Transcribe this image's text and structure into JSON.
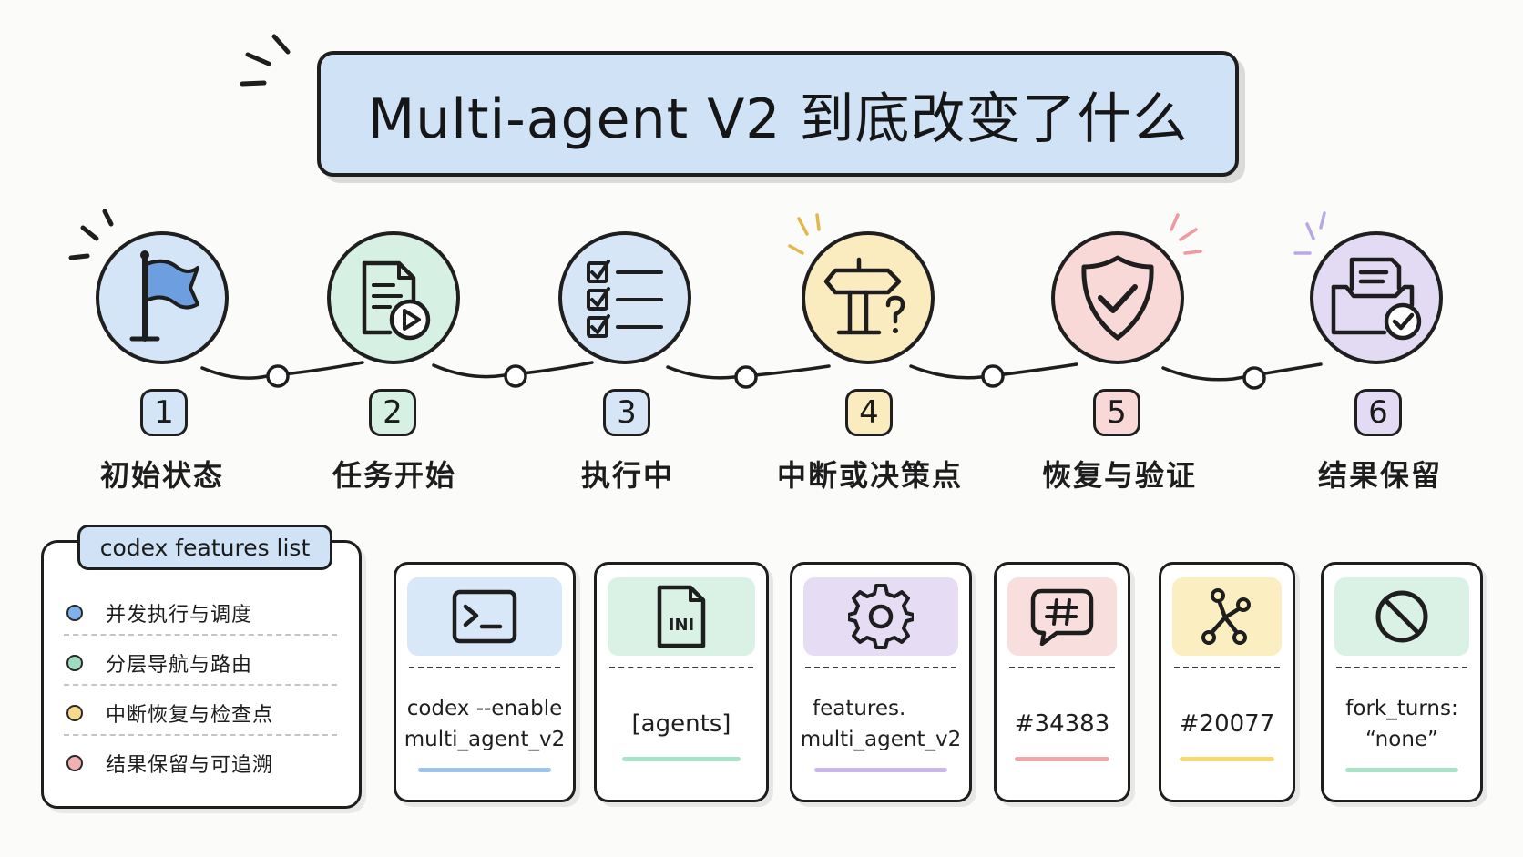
{
  "title": "Multi-agent V2 到底改变了什么",
  "steps": [
    {
      "num": "1",
      "label": "初始状态",
      "icon": "flag-icon",
      "color": "#d4e5f7"
    },
    {
      "num": "2",
      "label": "任务开始",
      "icon": "document-play-icon",
      "color": "#d6f1e4"
    },
    {
      "num": "3",
      "label": "执行中",
      "icon": "checklist-icon",
      "color": "#d6e6f7"
    },
    {
      "num": "4",
      "label": "中断或决策点",
      "icon": "signpost-question-icon",
      "color": "#fbecc0"
    },
    {
      "num": "5",
      "label": "恢复与验证",
      "icon": "shield-check-icon",
      "color": "#f9d8d8"
    },
    {
      "num": "6",
      "label": "结果保留",
      "icon": "archive-check-icon",
      "color": "#e3daf4"
    }
  ],
  "features_list": {
    "title": "codex features list",
    "items": [
      {
        "label": "并发执行与调度",
        "color": "#7fb2ea"
      },
      {
        "label": "分层导航与路由",
        "color": "#9fdcbf"
      },
      {
        "label": "中断恢复与检查点",
        "color": "#f6d98a"
      },
      {
        "label": "结果保留与可追溯",
        "color": "#f3b0b0"
      }
    ]
  },
  "cards": [
    {
      "icon": "terminal-icon",
      "lines": [
        "codex --enable",
        "multi_agent_v2"
      ],
      "bg": "#d8e8f8",
      "line_color": "#9cc4ee"
    },
    {
      "icon": "ini-file-icon",
      "lines": [
        "[agents]"
      ],
      "bg": "#daf2e5",
      "line_color": "#a8e3c8"
    },
    {
      "icon": "gear-icon",
      "lines": [
        "features.",
        "multi_agent_v2"
      ],
      "bg": "#e6ddf5",
      "line_color": "#c9b7ec"
    },
    {
      "icon": "hash-chat-icon",
      "lines": [
        "#34383"
      ],
      "bg": "#f9dede",
      "line_color": "#f2a8ab"
    },
    {
      "icon": "branch-icon",
      "lines": [
        "#20077"
      ],
      "bg": "#fbefc2",
      "line_color": "#f6da70"
    },
    {
      "icon": "no-entry-icon",
      "lines": [
        "fork_turns:",
        "“none”"
      ],
      "bg": "#daf2e5",
      "line_color": "#a8e3c8"
    }
  ]
}
